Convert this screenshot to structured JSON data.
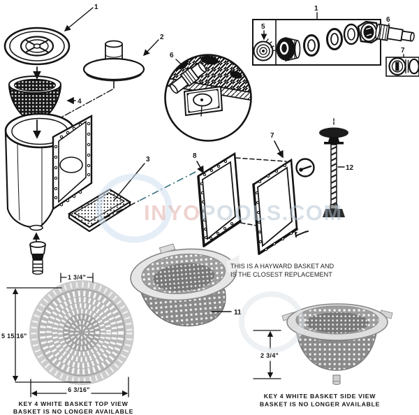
{
  "watermark": {
    "part1": "INYO",
    "part2": "POOLS.COM"
  },
  "callouts": {
    "lid": "1",
    "vacuum_plate": "2",
    "weir_tray": "3",
    "basket": "4",
    "fitting_kit_box": "1",
    "drain_plug": "5",
    "hose_adapter": "6",
    "cone_gasket_kit": "7",
    "inset_hose_adapter": "6",
    "faceplate_gasket_front": "7",
    "faceplate_gasket_back": "8",
    "replacement_basket": "11",
    "anchor_stake": "12"
  },
  "notes": {
    "replacement_line1": "THIS IS A HAYWARD BASKET AND",
    "replacement_line2": "IS THE CLOSEST REPLACEMENT"
  },
  "top_view": {
    "dim_width_top": "1 3/4\"",
    "dim_height": "5 15/16\"",
    "dim_width_bottom": "6 3/16\"",
    "caption_line1": "KEY 4 WHITE BASKET TOP VIEW",
    "caption_line2": "BASKET IS NO LONGER AVAILABLE"
  },
  "side_view": {
    "dim_height": "2 3/4\"",
    "caption_line1": "KEY 4 WHITE BASKET SIDE VIEW",
    "caption_line2": "BASKET IS NO LONGER AVAILABLE"
  },
  "colors": {
    "ink": "#141414",
    "watermark_pink": "#dfa9a2",
    "watermark_blue": "#b3c3d1",
    "swoosh_blue": "#cfe0ee",
    "basket_gray": "#b5b5b5"
  }
}
